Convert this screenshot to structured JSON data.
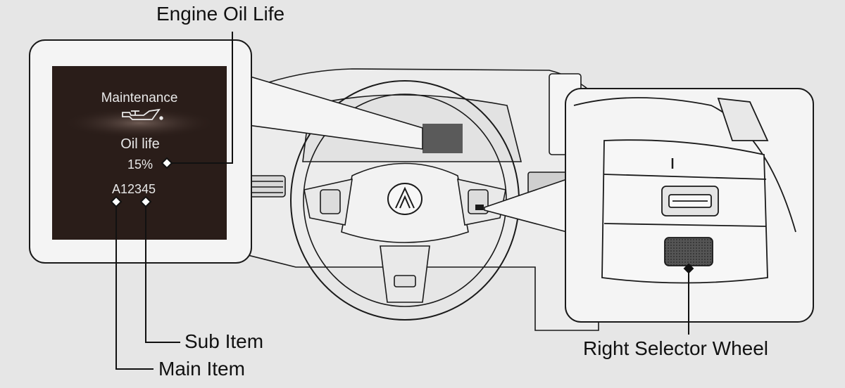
{
  "callouts": {
    "engine_oil_life": "Engine Oil Life",
    "sub_item": "Sub Item",
    "main_item": "Main Item",
    "right_selector_wheel": "Right Selector Wheel"
  },
  "display": {
    "title": "Maintenance",
    "oil_label": "Oil life",
    "oil_percent": "15%",
    "code": "A12345",
    "oil_life_percent_value": 15
  },
  "icons": {
    "oil_can": "oil-can-icon",
    "brand_logo": "acura-logo-icon"
  },
  "colors": {
    "background": "#e6e6e6",
    "screen": "#2a1d19",
    "outline": "#1a1a1a",
    "panel_fill": "#f4f4f4"
  }
}
